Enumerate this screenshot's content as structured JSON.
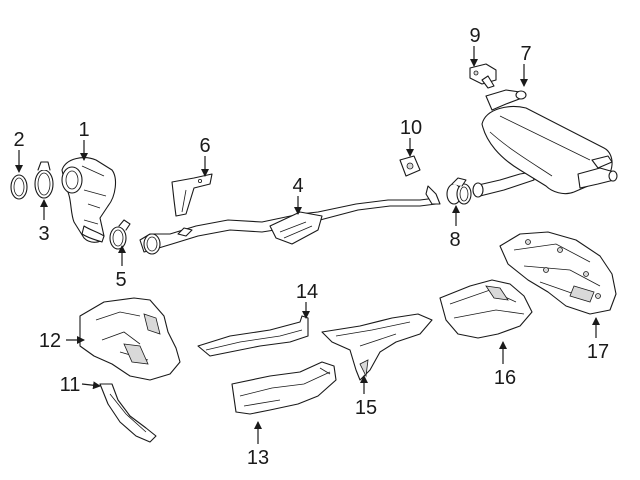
{
  "callouts": {
    "c1": "1",
    "c2": "2",
    "c3": "3",
    "c4": "4",
    "c5": "5",
    "c6": "6",
    "c7": "7",
    "c8": "8",
    "c9": "9",
    "c10": "10",
    "c11": "11",
    "c12": "12",
    "c13": "13",
    "c14": "14",
    "c15": "15",
    "c16": "16",
    "c17": "17"
  },
  "colors": {
    "line": "#1a1a1a",
    "fill": "#ffffff",
    "shade": "#d9d9d9"
  }
}
